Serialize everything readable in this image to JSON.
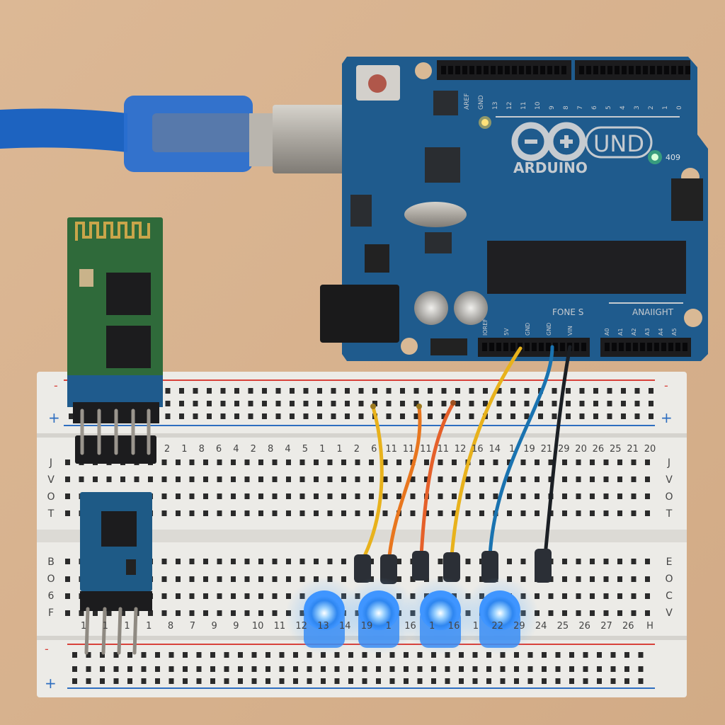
{
  "board": {
    "logo_model": "UND",
    "logo_name": "ARDUINO",
    "led_label": "409",
    "power_header_label": "FONE S",
    "analog_header_label": "ANAIIGHT",
    "top_pin_labels": [
      "AREF",
      "GND",
      "13",
      "12",
      "11",
      "10",
      "9",
      "8",
      "7",
      "6",
      "5",
      "4",
      "3",
      "2",
      "1",
      "0"
    ],
    "bottom_pin_labels": [
      "IOREF",
      "5V",
      "GND",
      "GND",
      "VIN",
      "A0",
      "A1",
      "A2",
      "A3",
      "A4",
      "A5"
    ]
  },
  "breadboard": {
    "upper_numbers": [
      "2",
      "1",
      "8",
      "6",
      "4",
      "2",
      "8",
      "4",
      "5",
      "1",
      "1",
      "2",
      "6",
      "11",
      "11",
      "11",
      "11",
      "12",
      "16",
      "14",
      "1",
      "19",
      "21",
      "29",
      "20",
      "26",
      "25",
      "21",
      "20"
    ],
    "lower_numbers": [
      "1",
      "1",
      "1",
      "1",
      "8",
      "7",
      "9",
      "9",
      "10",
      "11",
      "12",
      "13",
      "14",
      "19",
      "1",
      "16",
      "1",
      "16",
      "1",
      "22",
      "29",
      "24",
      "25",
      "26",
      "27",
      "26",
      "H"
    ],
    "upper_row_letters": [
      "J",
      "V",
      "O",
      "T"
    ],
    "lower_row_letters": [
      "E",
      "O",
      "C",
      "V"
    ],
    "left_upper_letters": [
      "J",
      "V",
      "O",
      "T"
    ],
    "left_lower_letters": [
      "B",
      "O",
      "6",
      "F"
    ],
    "rail_minus": "-",
    "rail_plus": "+"
  },
  "colors": {
    "wood": "#d8b491",
    "pcb": "#1f5b8d",
    "bt_pcb": "#2f6a3a",
    "led_glow": "#4aa8ff",
    "wire_yellow": "#e8b21c",
    "wire_orange": "#e8761e",
    "wire_blue": "#1a73b0",
    "wire_black": "#1b1f24"
  },
  "leds": [
    {
      "state": "on"
    },
    {
      "state": "on"
    },
    {
      "state": "on"
    },
    {
      "state": "on"
    }
  ]
}
